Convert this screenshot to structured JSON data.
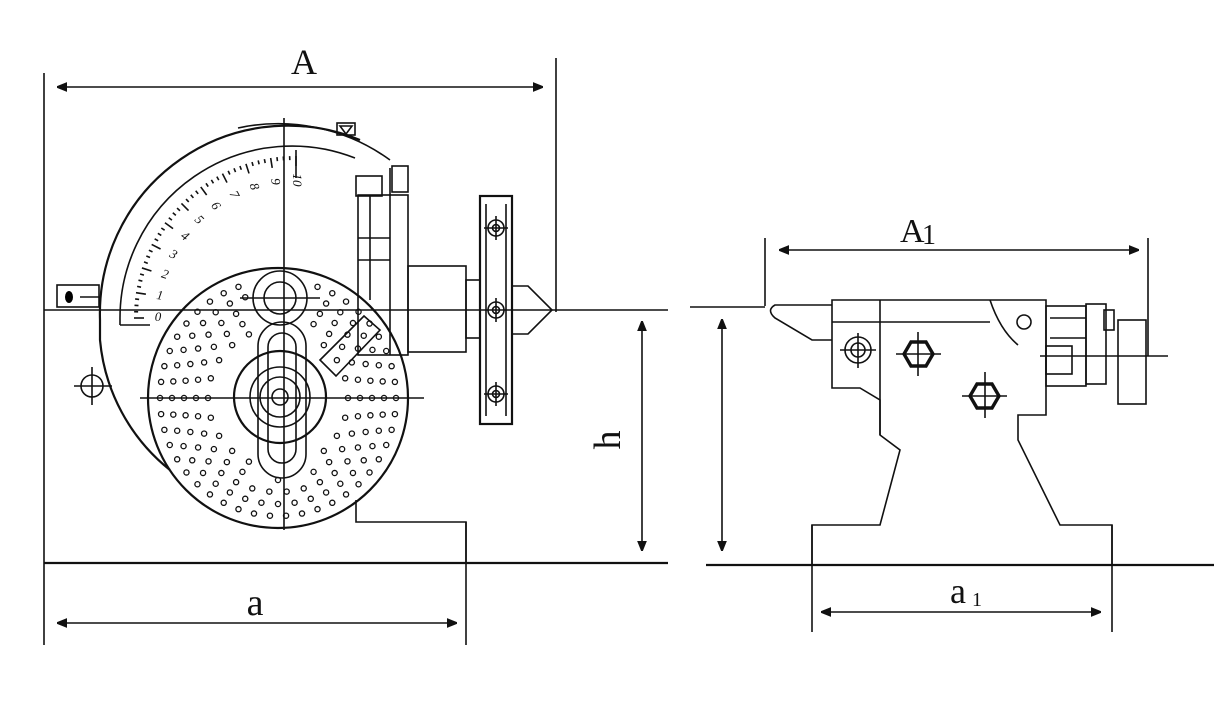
{
  "dimensions": {
    "A": "A",
    "A1_main": "A",
    "A1_sub": "1",
    "a": "a",
    "a1_main": "a",
    "a1_sub": "1",
    "h": "h"
  },
  "scale": {
    "ticks": [
      "0",
      "1",
      "2",
      "3",
      "4",
      "5",
      "6",
      "7",
      "8",
      "9",
      "10"
    ]
  },
  "colors": {
    "line": "#111111",
    "background": "#ffffff"
  }
}
